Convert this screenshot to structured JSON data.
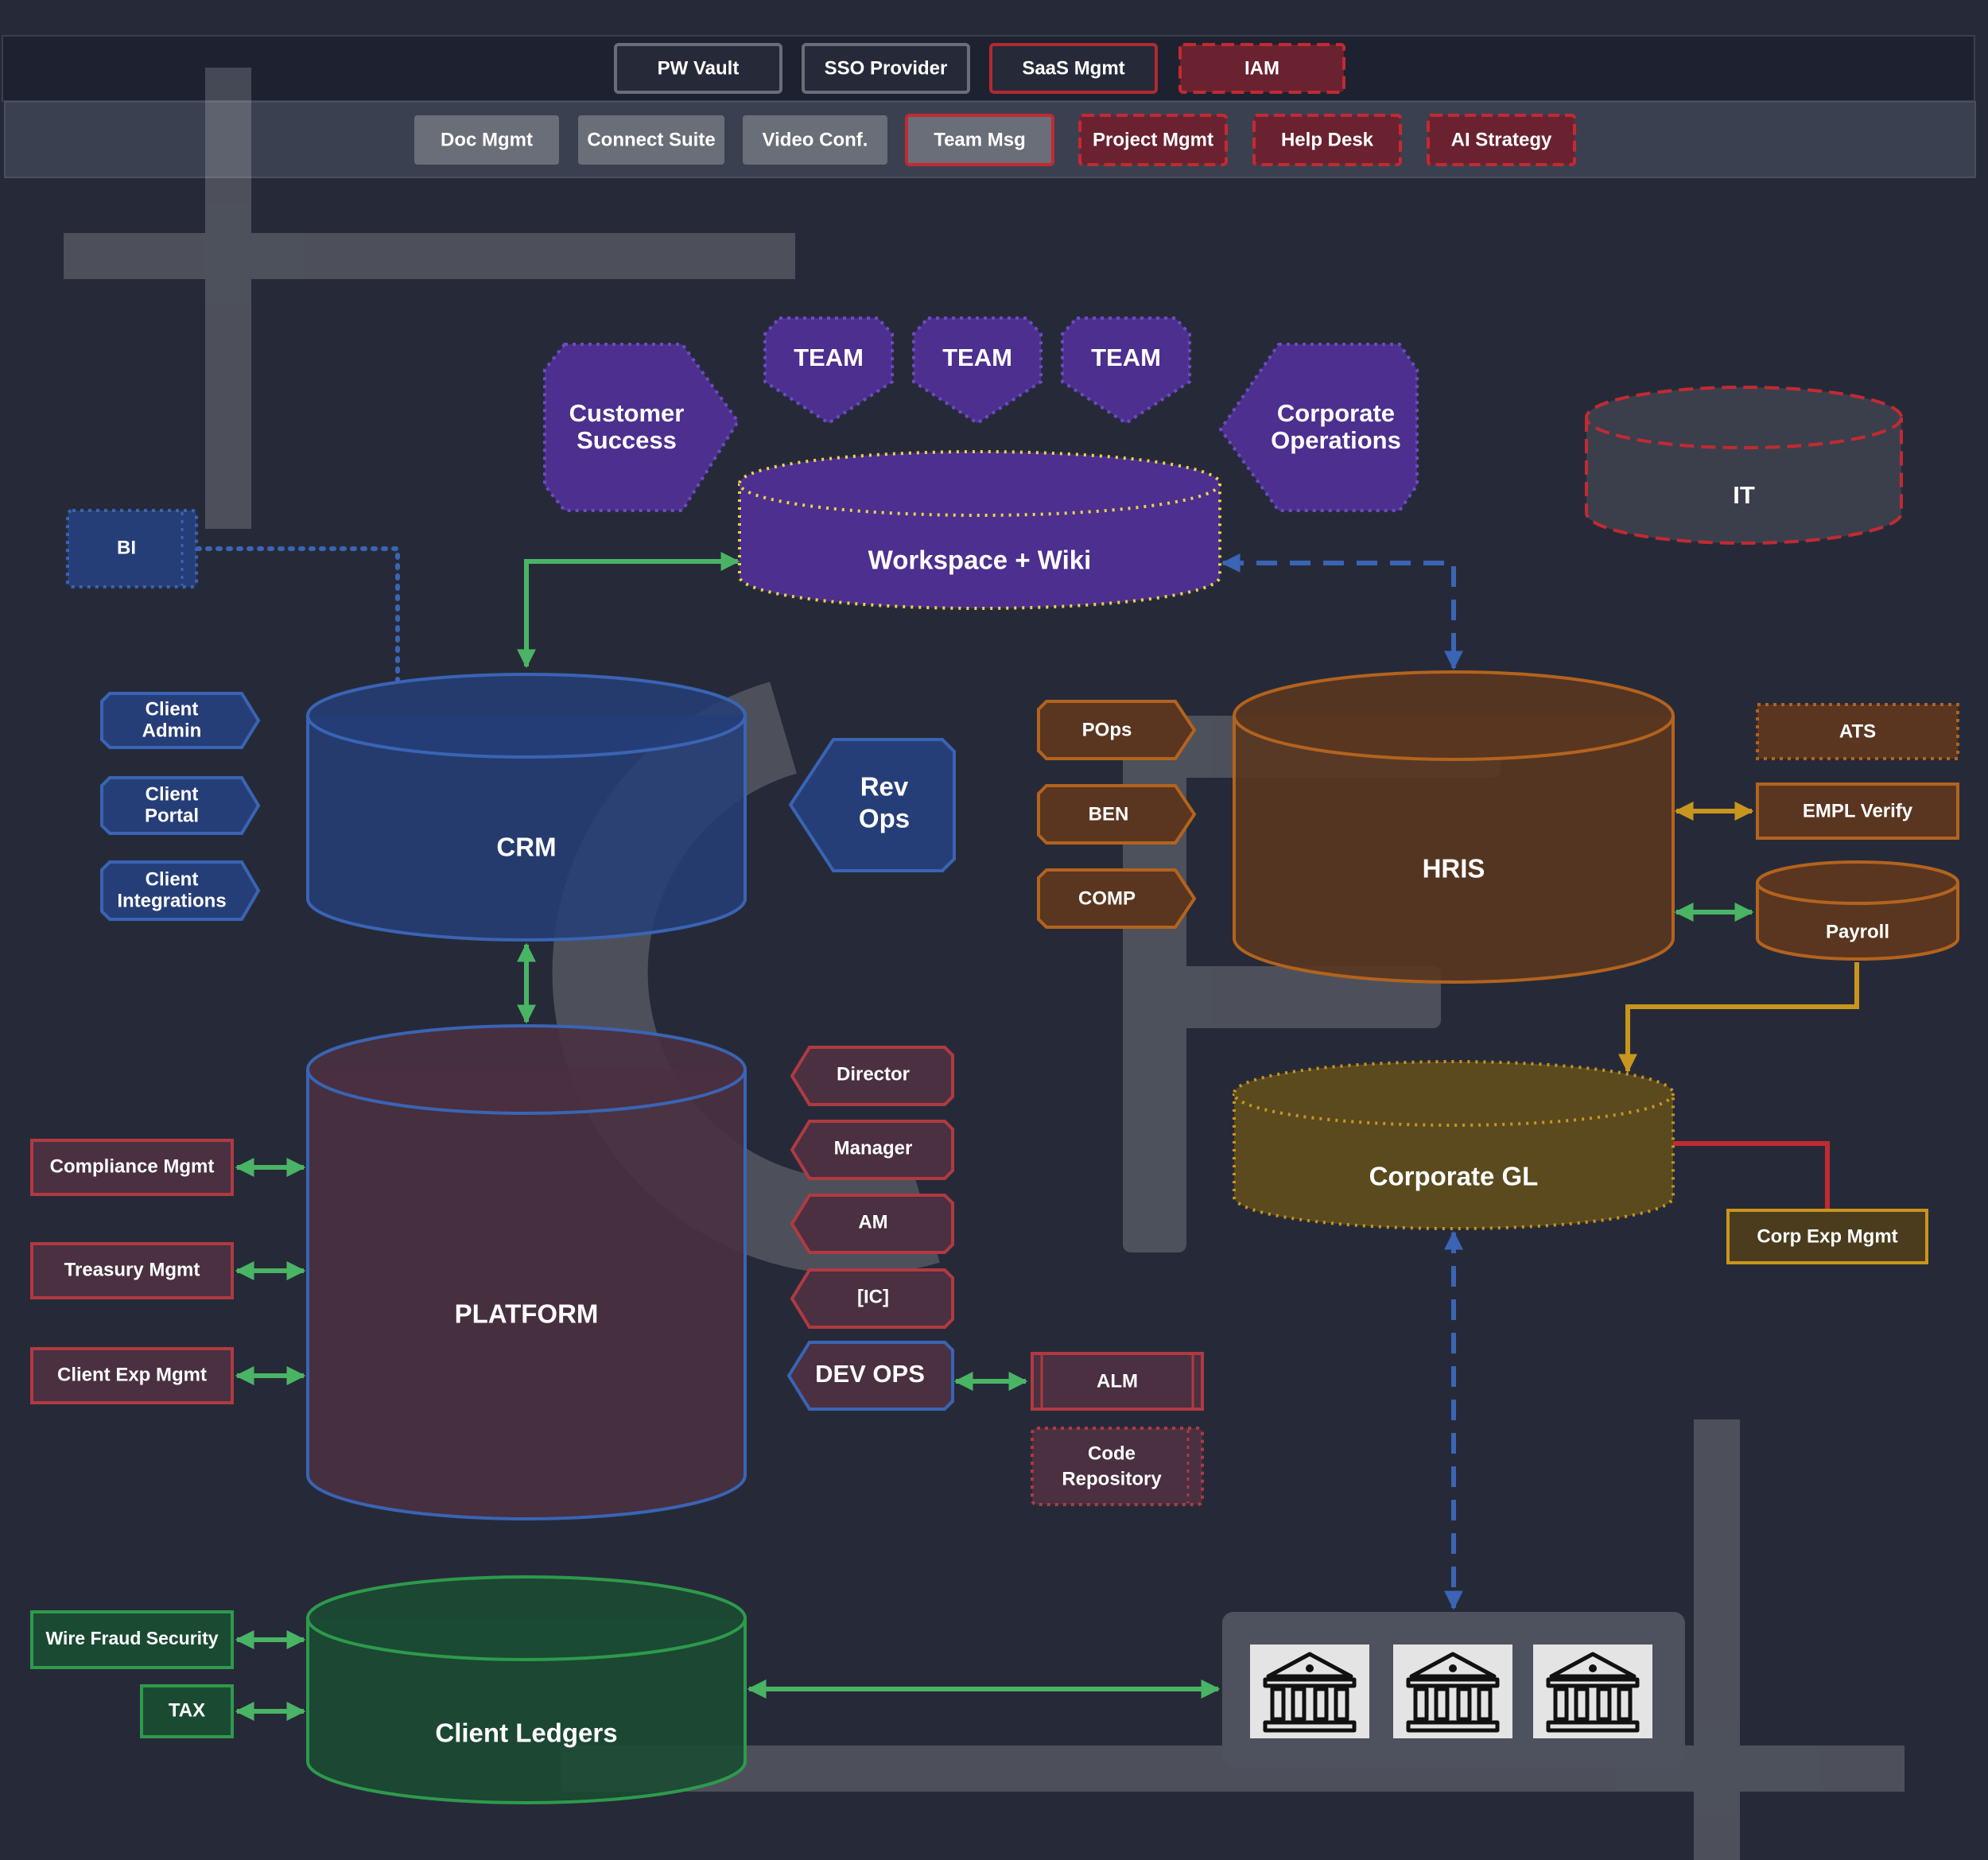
{
  "top_row": {
    "pw_vault": "PW Vault",
    "sso": "SSO Provider",
    "saas": "SaaS Mgmt",
    "iam": "IAM"
  },
  "second_row": {
    "doc": "Doc Mgmt",
    "connect": "Connect Suite",
    "video": "Video Conf.",
    "team_msg": "Team Msg",
    "project": "Project Mgmt",
    "help": "Help Desk",
    "ai": "AI Strategy"
  },
  "teams": {
    "t1": "TEAM",
    "t2": "TEAM",
    "t3": "TEAM"
  },
  "customer_success": {
    "line1": "Customer",
    "line2": "Success"
  },
  "corporate_ops": {
    "line1": "Corporate",
    "line2": "Operations"
  },
  "workspace": "Workspace + Wiki",
  "it": "IT",
  "bi": "BI",
  "crm": "CRM",
  "client_tags": {
    "admin": {
      "line1": "Client",
      "line2": "Admin"
    },
    "portal": {
      "line1": "Client",
      "line2": "Portal"
    },
    "integrations": {
      "line1": "Client",
      "line2": "Integrations"
    }
  },
  "rev_ops": {
    "line1": "Rev",
    "line2": "Ops"
  },
  "people_tags": {
    "pops": "POps",
    "ben": "BEN",
    "comp": "COMP"
  },
  "hris": "HRIS",
  "ats": "ATS",
  "empl_verify": "EMPL Verify",
  "payroll": "Payroll",
  "corporate_gl": "Corporate GL",
  "corp_exp": "Corp Exp Mgmt",
  "platform": "PLATFORM",
  "platform_left": {
    "compliance": "Compliance Mgmt",
    "treasury": "Treasury Mgmt",
    "client_exp": "Client Exp Mgmt"
  },
  "roles": {
    "director": "Director",
    "manager": "Manager",
    "am": "AM",
    "ic": "[IC]"
  },
  "dev_ops": "DEV OPS",
  "alm": "ALM",
  "code_repo": {
    "line1": "Code",
    "line2": "Repository"
  },
  "client_ledgers": "Client Ledgers",
  "ledger_left": {
    "wire": "Wire Fraud Security",
    "tax": "TAX"
  },
  "bank_icons": [
    "bank-icon",
    "bank-icon",
    "bank-icon"
  ],
  "colors": {
    "background": "#262a38",
    "blue": "#3a64b4",
    "purple": "#4c2f8e",
    "red": "#b02a32",
    "orange": "#b3631e",
    "gold": "#c8961e",
    "green": "#4ab465",
    "ledger_green": "#1b4a33"
  }
}
